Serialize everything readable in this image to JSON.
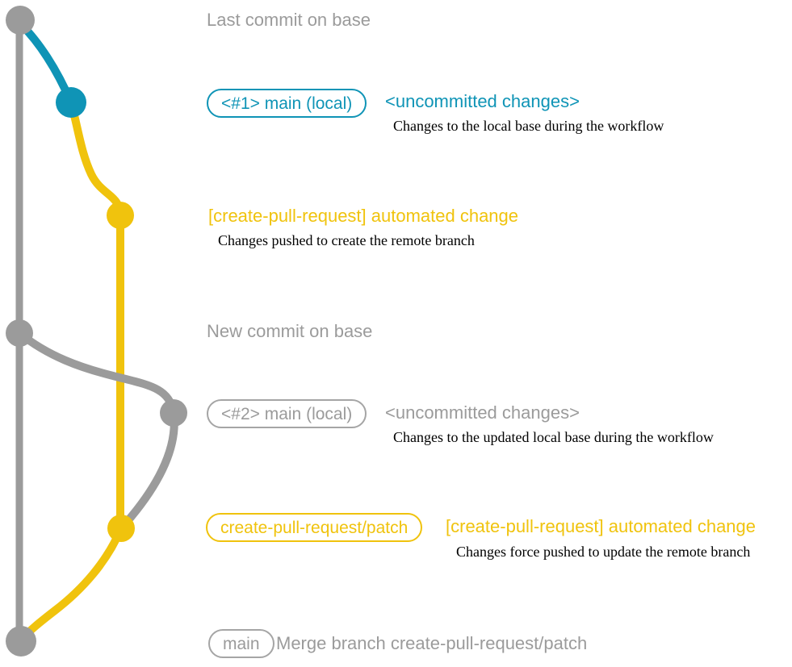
{
  "colors": {
    "gray": "#9b9b9b",
    "blue": "#0f94b6",
    "yellow": "#f0c30d",
    "description_text": "#000000"
  },
  "annotations": {
    "last_commit": "Last commit on base",
    "new_commit": "New commit on base"
  },
  "row1": {
    "badge": "<#1> main (local)",
    "status": "<uncommitted changes>",
    "description": "Changes to the local base during the workflow"
  },
  "row2": {
    "heading": "[create-pull-request] automated change",
    "description": "Changes pushed to create the remote branch"
  },
  "row3": {
    "badge": "<#2> main (local)",
    "status": "<uncommitted changes>",
    "description": "Changes to the updated local base during the workflow"
  },
  "row4": {
    "badge": "create-pull-request/patch",
    "heading": "[create-pull-request] automated change",
    "description": "Changes force pushed to update the remote branch"
  },
  "row5": {
    "badge": "main",
    "message": "Merge branch create-pull-request/patch"
  }
}
